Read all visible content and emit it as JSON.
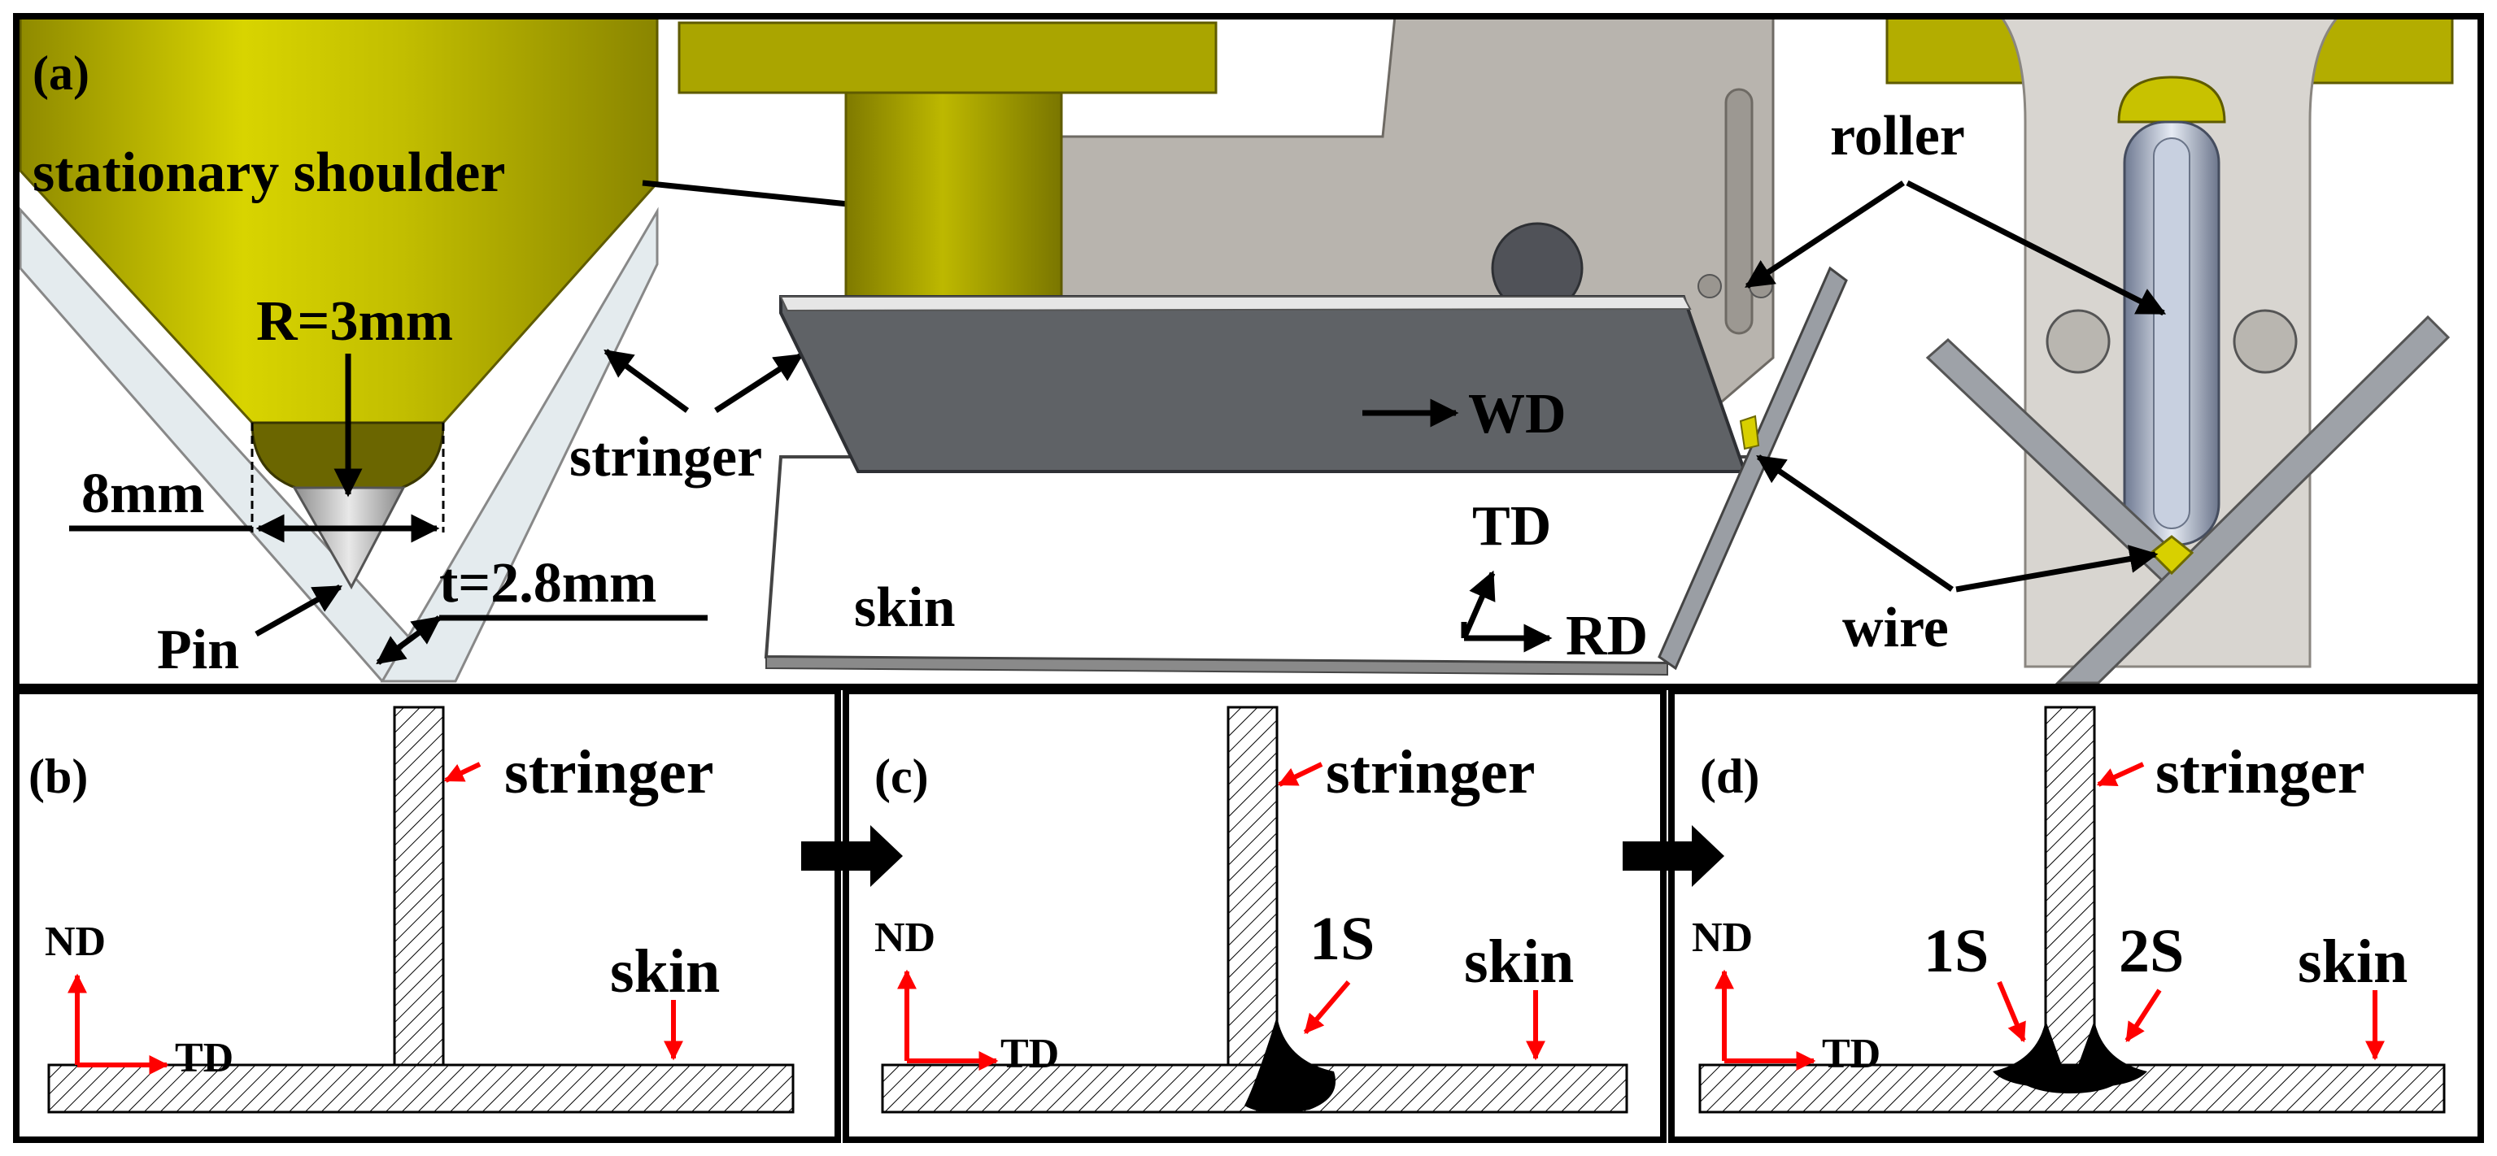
{
  "panel_a": {
    "letter": "(a)",
    "stationary_shoulder": "stationary shoulder",
    "radius": "R=3mm",
    "width": "8mm",
    "pin": "Pin",
    "thickness": "t=2.8mm",
    "stringer": "stringer",
    "skin": "skin",
    "wd": "WD",
    "td": "TD",
    "rd": "RD",
    "roller": "roller",
    "wire": "wire"
  },
  "panel_b": {
    "letter": "(b)",
    "stringer": "stringer",
    "skin": "skin",
    "nd": "ND",
    "td": "TD"
  },
  "panel_c": {
    "letter": "(c)",
    "stringer": "stringer",
    "skin": "skin",
    "nd": "ND",
    "td": "TD",
    "s1": "1S"
  },
  "panel_d": {
    "letter": "(d)",
    "stringer": "stringer",
    "skin": "skin",
    "nd": "ND",
    "td": "TD",
    "s1": "1S",
    "s2": "2S"
  },
  "colors": {
    "shoulder": "#c9c600",
    "shoulder_dark": "#9a9500",
    "plate_gray": "#5f6266",
    "fixture_gray": "#b8b4ae",
    "stringer_light": "#e4ebee",
    "annotation_red": "#ff0000",
    "wire_yellow": "#d8d000"
  }
}
